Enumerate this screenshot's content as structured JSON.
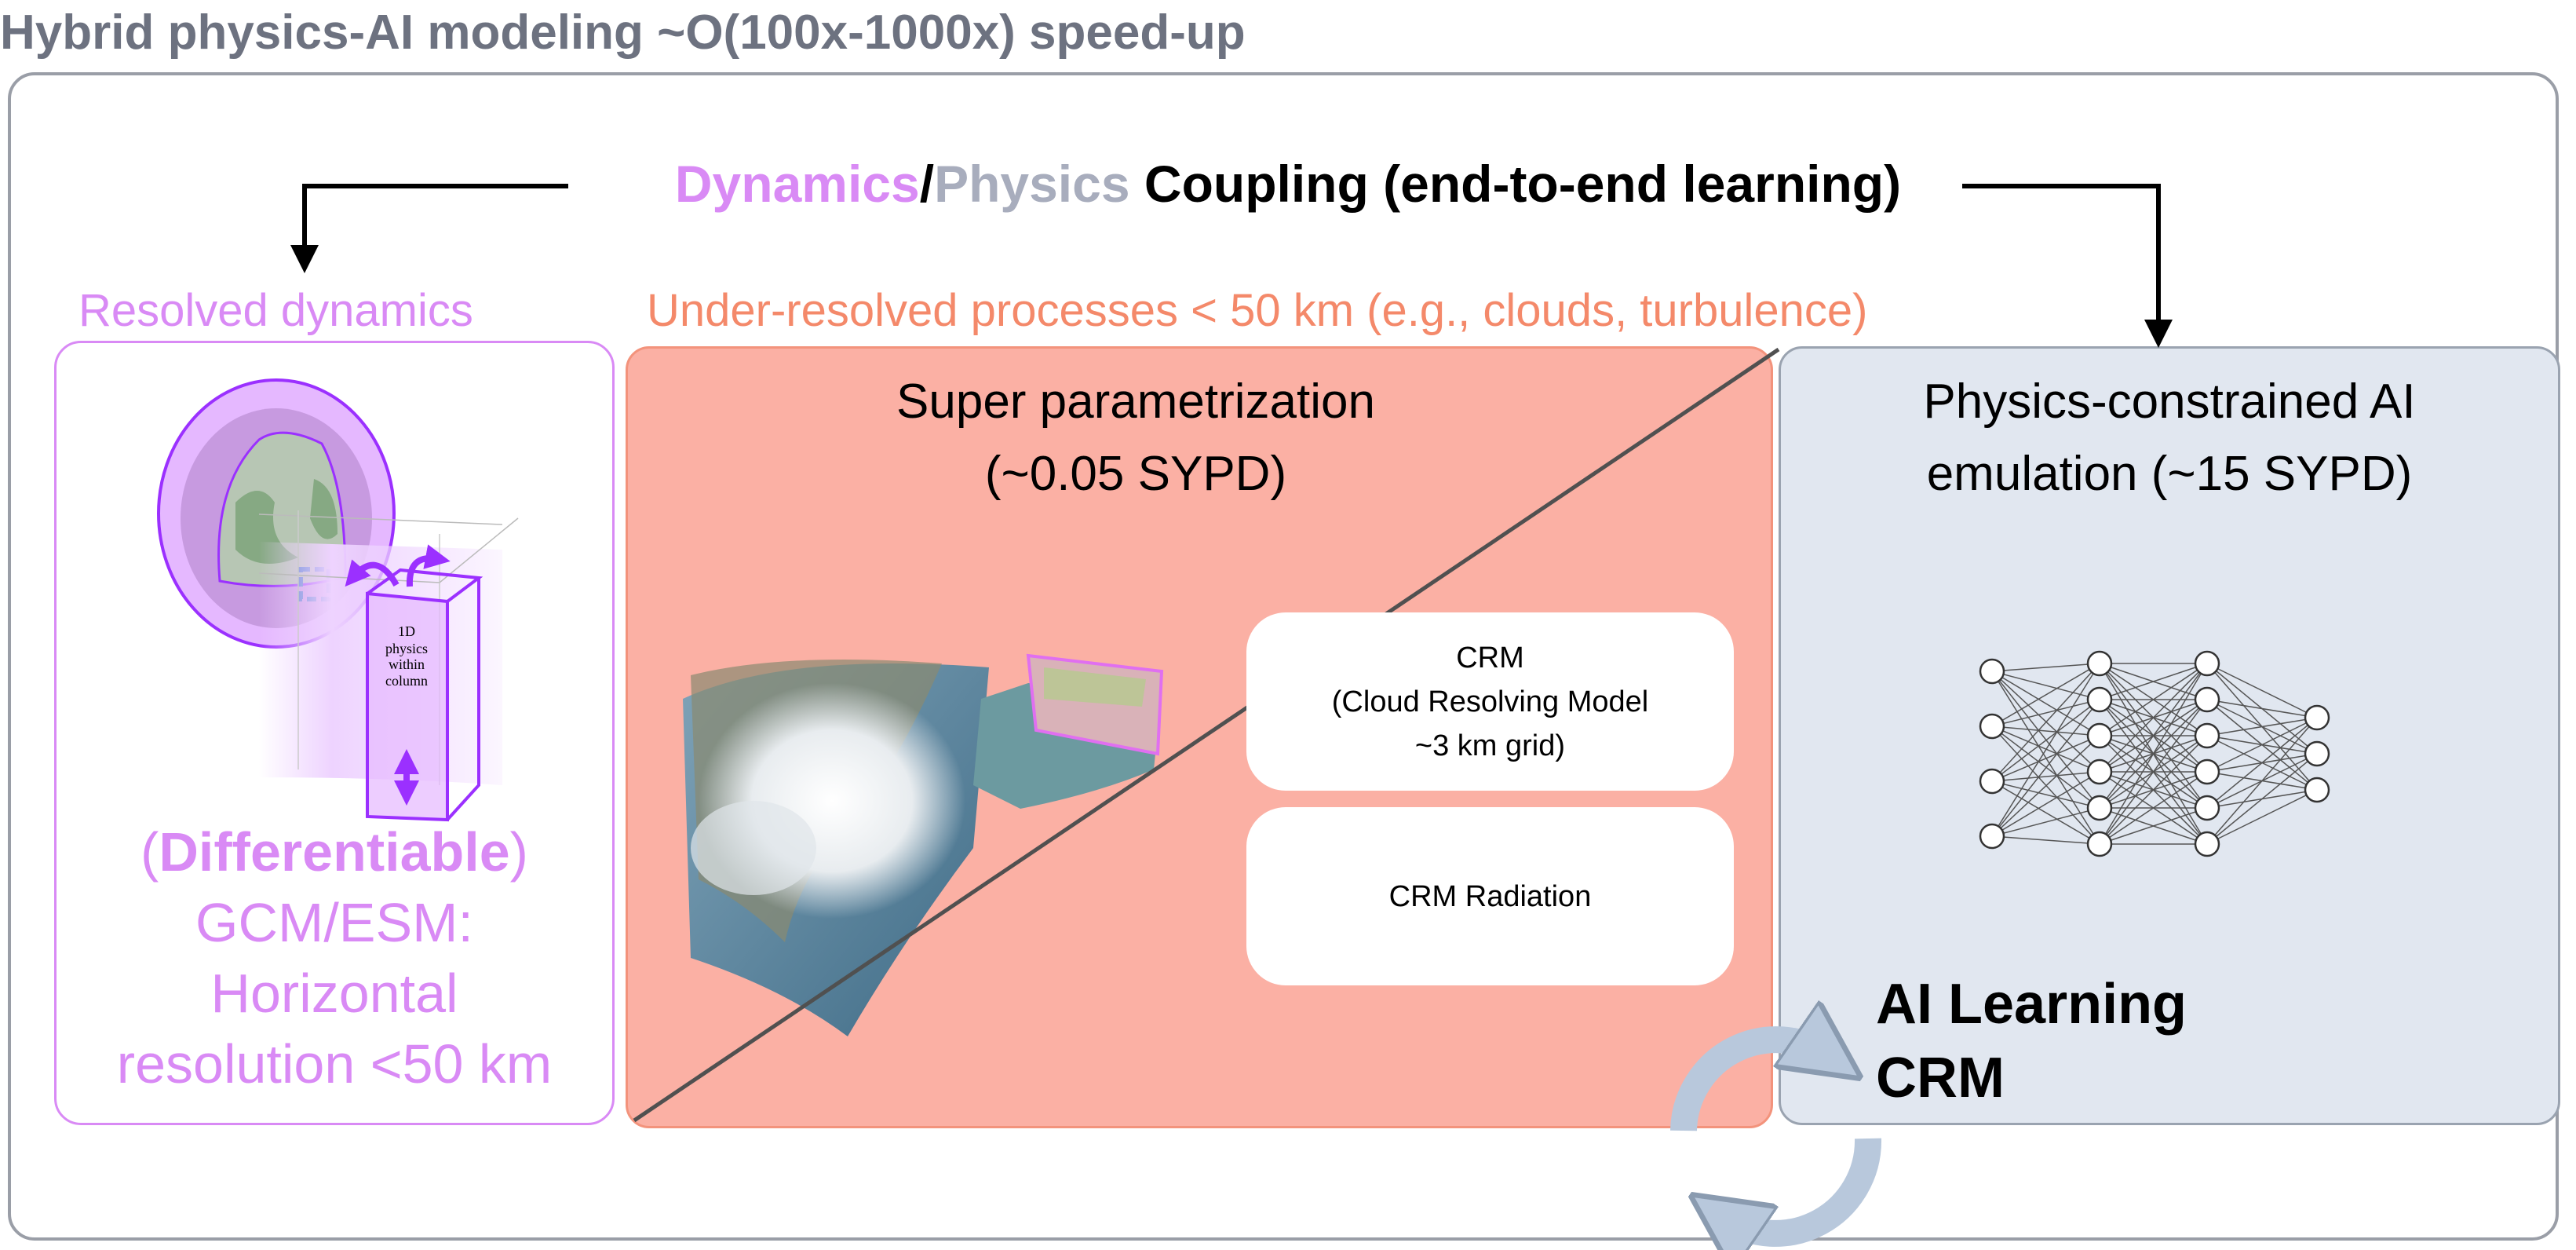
{
  "title": "Hybrid physics-AI modeling ~O(100x-1000x) speed-up",
  "coupling": {
    "dynamics": "Dynamics",
    "slash": "/",
    "physics": "Physics",
    "rest": " Coupling (end-to-end learning)"
  },
  "left_panel": {
    "label": "Resolved dynamics",
    "column_text": [
      "1D",
      "physics",
      "within",
      "column"
    ],
    "differentiable_open": "(",
    "differentiable": "Differentiable",
    "differentiable_close": ")",
    "lines": [
      "GCM/ESM:",
      "Horizontal",
      "resolution <50 km"
    ]
  },
  "middle_panel": {
    "label": "Under-resolved processes < 50 km (e.g., clouds, turbulence)",
    "title_line1": "Super parametrization",
    "title_line2": "(~0.05 SYPD)",
    "crm_box": [
      "CRM",
      "(Cloud Resolving Model",
      "~3 km grid)"
    ],
    "radiation_box": "CRM Radiation"
  },
  "right_panel": {
    "title_line1": "Physics-constrained AI",
    "title_line2": "emulation (~15 SYPD)",
    "network_layers": [
      4,
      6,
      6,
      3
    ]
  },
  "ai_learning": [
    "AI Learning",
    "CRM"
  ],
  "colors": {
    "dynamics": "#d98af5",
    "physics": "#a8adbd",
    "under_resolved": "#f4896a",
    "super_param_fill": "#fbb0a4",
    "ai_fill": "#e1e7f0",
    "frame": "#9a9ea7"
  }
}
